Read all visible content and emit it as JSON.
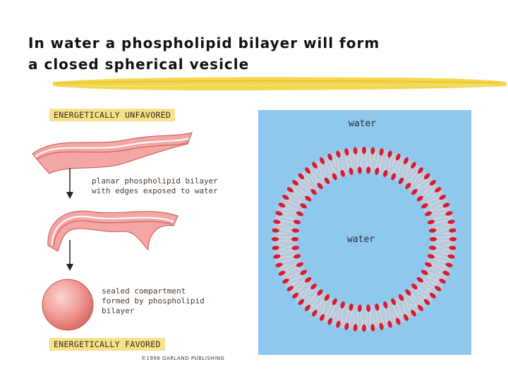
{
  "title": {
    "line1": "In water a phospholipid bilayer will form",
    "line2": "a closed spherical vesicle"
  },
  "left_figure": {
    "unfavored_label": "ENERGETICALLY UNFAVORED",
    "favored_label": "ENERGETICALLY FAVORED",
    "planar_caption": [
      "planar phospholipid bilayer",
      "with edges exposed to water"
    ],
    "sealed_caption": [
      "sealed compartment",
      "formed by phospholipid",
      "bilayer"
    ],
    "copyright": "©1996 GARLAND PUBLISHING"
  },
  "right_figure": {
    "outer_label": "water",
    "inner_label": "water",
    "outer_heads": 64,
    "inner_heads": 50
  },
  "colors": {
    "title_text": "#111111",
    "underline": "#f1d33c",
    "label_bg": "#f6e28a",
    "membrane": "#f3a6a4",
    "membrane_dark": "#c8524f",
    "panel_bg": "#8ec8ec",
    "lipid_head": "#d41d36",
    "lipid_tail": "#f6d6cf"
  }
}
